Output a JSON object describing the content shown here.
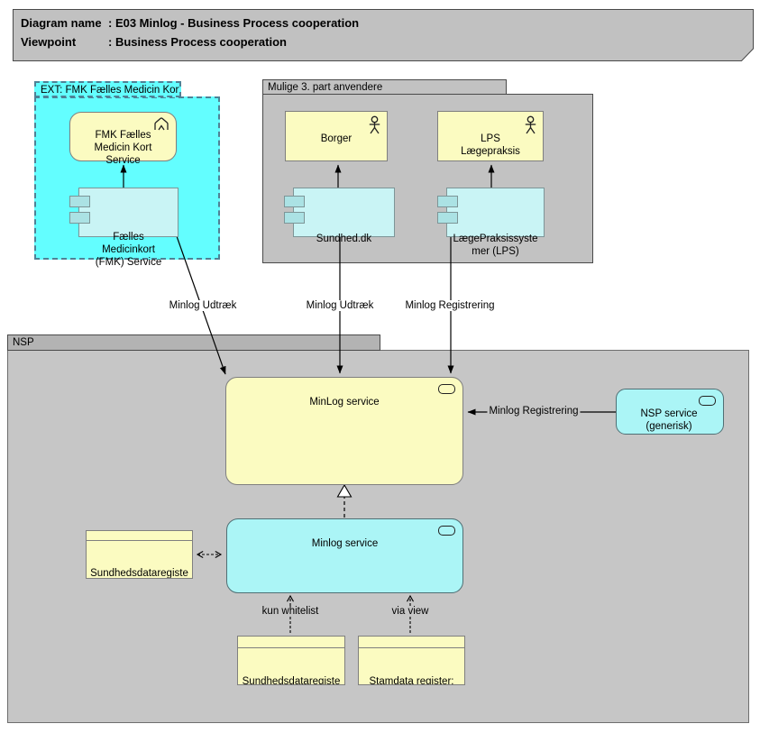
{
  "palette": {
    "group_cyan": "#63feff",
    "node_yellow": "#fbfbc1",
    "component_cyan": "#c9f4f5",
    "service_cyan": "#abf5f6",
    "gray_group": "#c2c2c2",
    "nsp_tab_gray": "#b3b3b3",
    "nsp_body_gray": "#c6c6c6",
    "line_black": "#000000"
  },
  "icons": {
    "actor": "stick-figure",
    "service": "stadium-outline",
    "process": "chevron-up-outline",
    "component": "two-port-rectangles",
    "data_object": "top-bar-rectangle"
  },
  "title_block": {
    "rows": [
      {
        "label": "Diagram name",
        "value": ": E03 Minlog - Business Process cooperation"
      },
      {
        "label": "Viewpoint",
        "value": ": Business Process cooperation"
      }
    ]
  },
  "groups": {
    "ext": {
      "label": "EXT: FMK Fælles Medicin Kort"
    },
    "mulige": {
      "label": "Mulige 3. part anvendere"
    },
    "nsp": {
      "label": "NSP"
    }
  },
  "nodes": {
    "fmk_service": {
      "label": "FMK Fælles\nMedicin Kort\nService"
    },
    "fmk_component": {
      "label": "Fælles\nMedicinkort\n(FMK) Service"
    },
    "borger": {
      "label": "Borger"
    },
    "lps_actor": {
      "label": "LPS\nLægepraksis"
    },
    "sundhed": {
      "label": "Sundhed.dk"
    },
    "lps_component": {
      "label": "LægePraksissyste\nmer (LPS)"
    },
    "minlog_service_app": {
      "label": "MinLog service"
    },
    "nsp_service": {
      "label": "NSP service\n(generisk)"
    },
    "minlog_service_cyan": {
      "label": "Minlog service"
    },
    "sdr_minlog": {
      "label": "Sundhedsdataregiste\nr: Minlog"
    },
    "sdr_behandling": {
      "label": "Sundhedsdataregiste\nr:\nBehandlingsrelation"
    },
    "stamdata_cpr": {
      "label": "Stamdata register:\nCPR"
    }
  },
  "edge_labels": {
    "fmk_udtraek": "Minlog Udtræk",
    "sundhed_udtraek": "Minlog Udtræk",
    "lps_registrering": "Minlog Registrering",
    "nsp_registrering": "Minlog Registrering",
    "kun_whitelist": "kun whitelist",
    "via_view": "via view"
  }
}
